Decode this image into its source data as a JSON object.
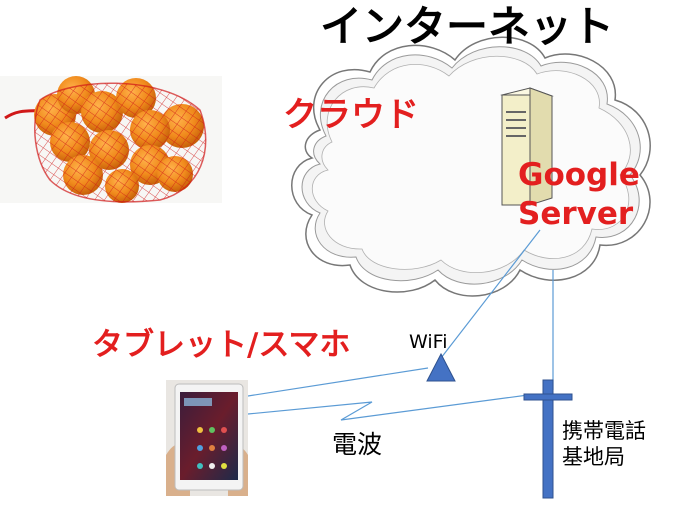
{
  "title": "インターネット",
  "cloud": {
    "label": "クラウド"
  },
  "server": {
    "label_line1": "Google",
    "label_line2": "Server"
  },
  "tablet": {
    "label": "タブレット/スマホ"
  },
  "wifi": {
    "label": "WiFi"
  },
  "radio": {
    "label": "電波"
  },
  "base_station": {
    "label_line1": "携帯電話",
    "label_line2": "基地局"
  },
  "colors": {
    "accent_red": "#e31f1f",
    "link_blue": "#5b9bd5",
    "mast_blue": "#4472c4",
    "server_fill": "#f3efc9",
    "orange": "#f08a1c"
  },
  "icons": [
    "cloud-shape",
    "server-tower-icon",
    "orange-net-photo",
    "tablet-photo",
    "wifi-antenna-icon",
    "cell-tower-icon"
  ]
}
